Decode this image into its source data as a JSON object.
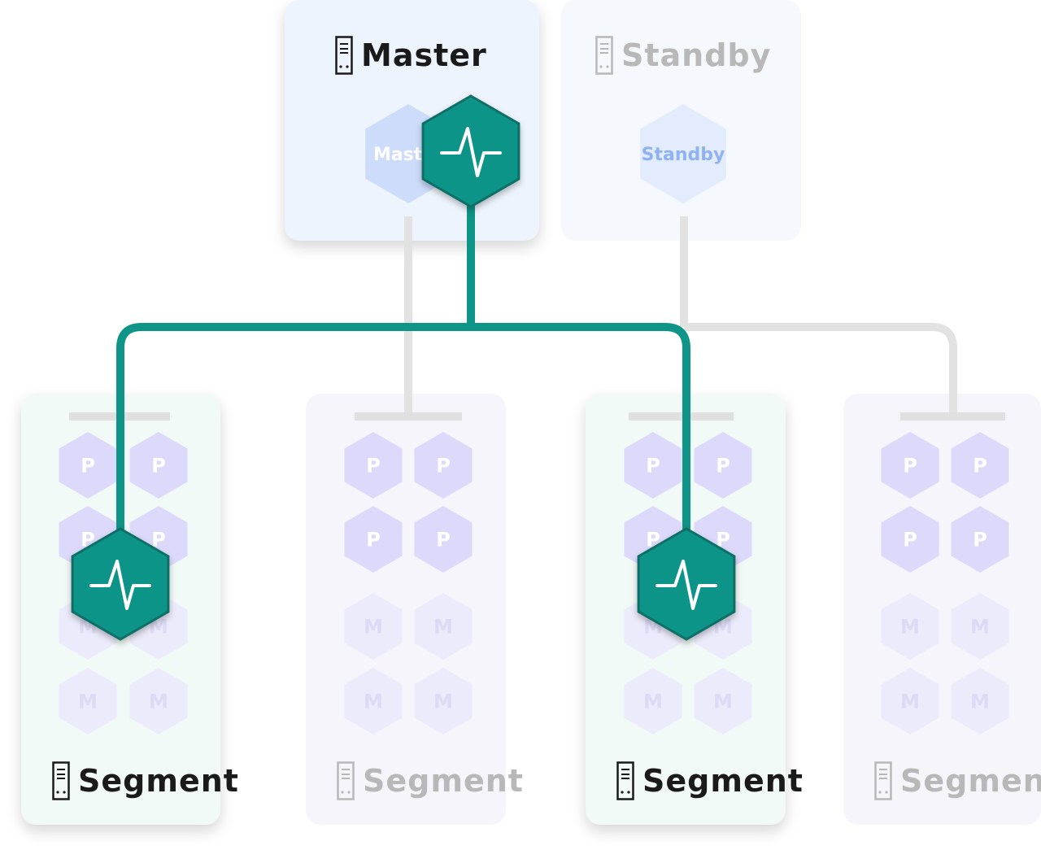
{
  "master": {
    "title": "Master",
    "node_label": "Master",
    "active": true
  },
  "standby": {
    "title": "Standby",
    "node_label": "Standby",
    "active": false
  },
  "segments": [
    {
      "title": "Segment",
      "active": true,
      "primary_labels": [
        "P",
        "P",
        "P",
        "P"
      ],
      "mirror_labels": [
        "M",
        "M",
        "M",
        "M"
      ]
    },
    {
      "title": "Segment",
      "active": false,
      "primary_labels": [
        "P",
        "P",
        "P",
        "P"
      ],
      "mirror_labels": [
        "M",
        "M",
        "M",
        "M"
      ]
    },
    {
      "title": "Segment",
      "active": true,
      "primary_labels": [
        "P",
        "P",
        "P",
        "P"
      ],
      "mirror_labels": [
        "M",
        "M",
        "M",
        "M"
      ]
    },
    {
      "title": "Segment",
      "active": false,
      "primary_labels": [
        "P",
        "P",
        "P",
        "P"
      ],
      "mirror_labels": [
        "M",
        "M",
        "M",
        "M"
      ]
    }
  ],
  "colors": {
    "accent": "#0f9488",
    "accent_dark": "#0b6f66",
    "gray_line": "#e2e2e2",
    "active_title": "#1a1a1a",
    "inactive_title": "#b8b8b8",
    "master_card": "#eef4fd",
    "standby_card": "#f5f8fd",
    "segment_active_card": "#f2faf8",
    "segment_inactive_card": "#f6f5fc",
    "primary_hex": "#dcd9fb",
    "primary_text": "#ffffff",
    "mirror_hex": "#ecebfb",
    "mirror_text": "#dddaf6"
  },
  "icons": {
    "server": "server-icon",
    "monitor": "heartbeat-icon"
  }
}
